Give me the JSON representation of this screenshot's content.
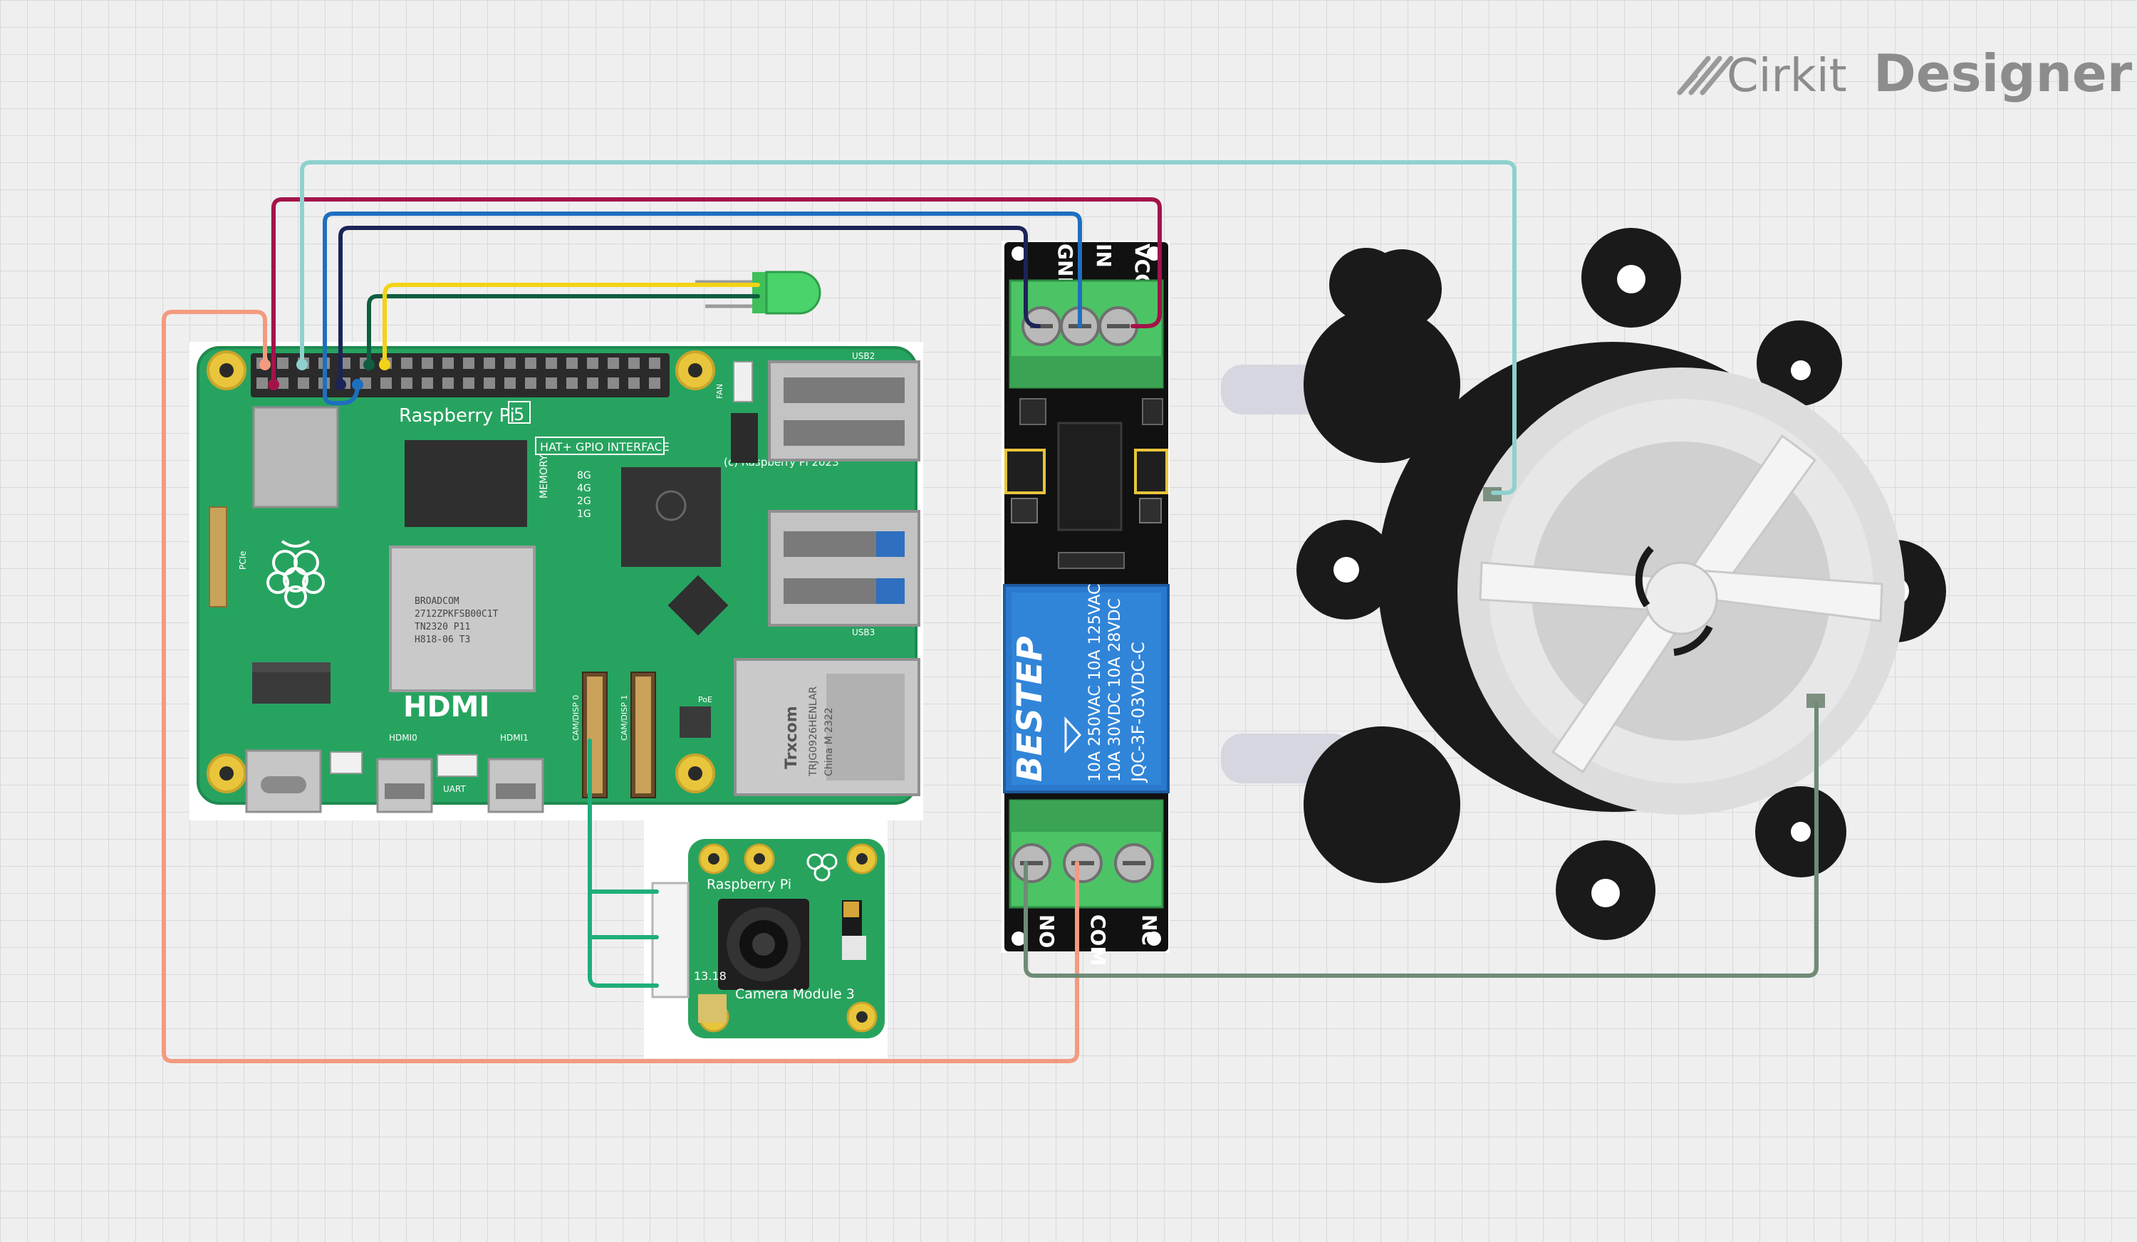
{
  "watermark": {
    "brand_light": "Cirkit",
    "brand_bold": "Designer"
  },
  "raspberry_pi": {
    "model_label": "Raspberry Pi",
    "model_number": "5",
    "hat_label": "HAT+ GPIO INTERFACE",
    "copyright": "(c) Raspberry Pi 2023",
    "soc_lines": [
      "BROADCOM",
      "2712ZPKFSB00C1T",
      "TN2320 P11",
      "H818-06 T3"
    ],
    "hdmi_logo": "HDMI",
    "port_labels": {
      "hdmi0": "HDMI0",
      "hdmi1": "HDMI1",
      "uart": "UART",
      "usb2": "USB2",
      "usb3": "USB3",
      "fan": "FAN",
      "poe": "PoE",
      "pcie": "PCIe",
      "cam0": "CAM/DISP 0",
      "cam1": "CAM/DISP 1"
    },
    "memory_label": "MEMORY",
    "memory_options": [
      "8G",
      "4G",
      "2G",
      "1G"
    ],
    "ethernet_lines": [
      "Trxcom",
      "TRJG0926HENLAR",
      "China M 2322"
    ]
  },
  "camera": {
    "brand": "Raspberry Pi",
    "name": "Camera Module 3",
    "code": "13.18"
  },
  "relay": {
    "input_pins": [
      "GND",
      "IN",
      "VCC"
    ],
    "output_pins": [
      "NO",
      "COM",
      "NC"
    ],
    "relay_brand": "BESTEP",
    "relay_ratings": [
      "10A 250VAC  10A 125VAC",
      "10A 30VDC  10A 28VDC"
    ],
    "relay_model": "JQC-3F-03VDC-C"
  },
  "wire_colors": {
    "salmon": "#f39a7f",
    "maroon": "#a3134a",
    "light_teal": "#8fd1cd",
    "blue": "#1f6fbf",
    "navy": "#1c2457",
    "dark_green": "#0f5e40",
    "yellow": "#f3d316",
    "camera_green": "#1fae7a",
    "sage": "#6f8b76"
  }
}
